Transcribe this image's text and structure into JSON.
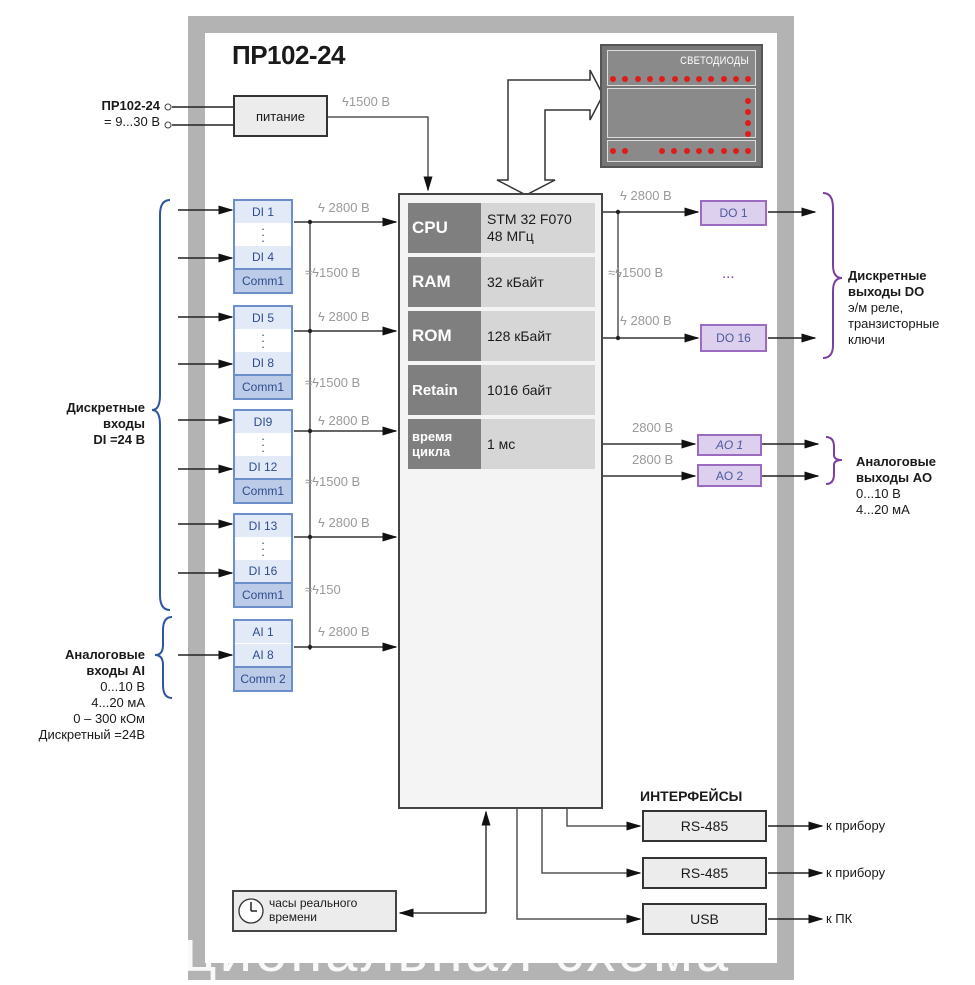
{
  "device": {
    "title": "ПР102-24",
    "power_label": "ПР102-24",
    "power_voltage": "= 9...30 В",
    "power_block": "питание",
    "power_isolation": "1500 В"
  },
  "leds": {
    "label": "СВЕТОДИОДЫ",
    "color": "#e01b1b"
  },
  "cpu": {
    "rows": [
      {
        "key": "CPU",
        "value": "STM 32 F070\n48 МГц"
      },
      {
        "key": "RAM",
        "value": "32 кБайт"
      },
      {
        "key": "ROM",
        "value": "128 кБайт"
      },
      {
        "key": "Retain",
        "value": "1016 байт"
      },
      {
        "key": "время цикла",
        "value": "1 мс"
      }
    ]
  },
  "inputs": {
    "di_blocks": [
      {
        "first": "DI 1",
        "last": "DI 4",
        "comm": "Comm1",
        "iso_out": "2800 В",
        "iso_between": "1500 В"
      },
      {
        "first": "DI 5",
        "last": "DI 8",
        "comm": "Comm1",
        "iso_out": "2800 В",
        "iso_between": "1500 В"
      },
      {
        "first": "DI9",
        "last": "DI 12",
        "comm": "Comm1",
        "iso_out": "2800 В",
        "iso_between": "1500 В"
      },
      {
        "first": "DI 13",
        "last": "DI 16",
        "comm": "Comm1",
        "iso_out": "2800 В",
        "iso_between": "150"
      }
    ],
    "ai_block": {
      "first": "AI 1",
      "last": "AI 8",
      "comm": "Comm 2",
      "iso_out": "2800 В"
    },
    "di_label": {
      "line1": "Дискретные",
      "line2": "входы",
      "line3": "DI =24  В"
    },
    "ai_label": {
      "line1": "Аналоговые",
      "line2": "входы AI",
      "line3": "0...10 В",
      "line4": "4...20 мА",
      "line5": "0 – 300 кОм",
      "line6": "Дискретный =24В"
    }
  },
  "outputs": {
    "do_blocks": [
      {
        "label": "DO 1",
        "iso": "2800 В"
      },
      {
        "label": "DO 16",
        "iso": "2800 В"
      }
    ],
    "do_between_iso": "1500 В",
    "do_ellipsis": "...",
    "ao_blocks": [
      {
        "label": "AO 1",
        "iso": "2800 В"
      },
      {
        "label": "AO 2",
        "iso": "2800 В"
      }
    ],
    "do_label": {
      "line1": "Дискретные",
      "line2": "выходы DO",
      "line3": "э/м реле,",
      "line4": "транзисторные",
      "line5": "ключи"
    },
    "ao_label": {
      "line1": "Аналоговые",
      "line2": "выходы АО",
      "line3": "0...10 В",
      "line4": "4...20 мА"
    }
  },
  "interfaces": {
    "title": "ИНТЕРФЕЙСЫ",
    "items": [
      {
        "label": "RS-485",
        "target": "к прибору"
      },
      {
        "label": "RS-485",
        "target": "к прибору"
      },
      {
        "label": "USB",
        "target": "к ПК"
      }
    ]
  },
  "rtc": {
    "label": "часы реального времени"
  },
  "watermark": "кциональная схема"
}
